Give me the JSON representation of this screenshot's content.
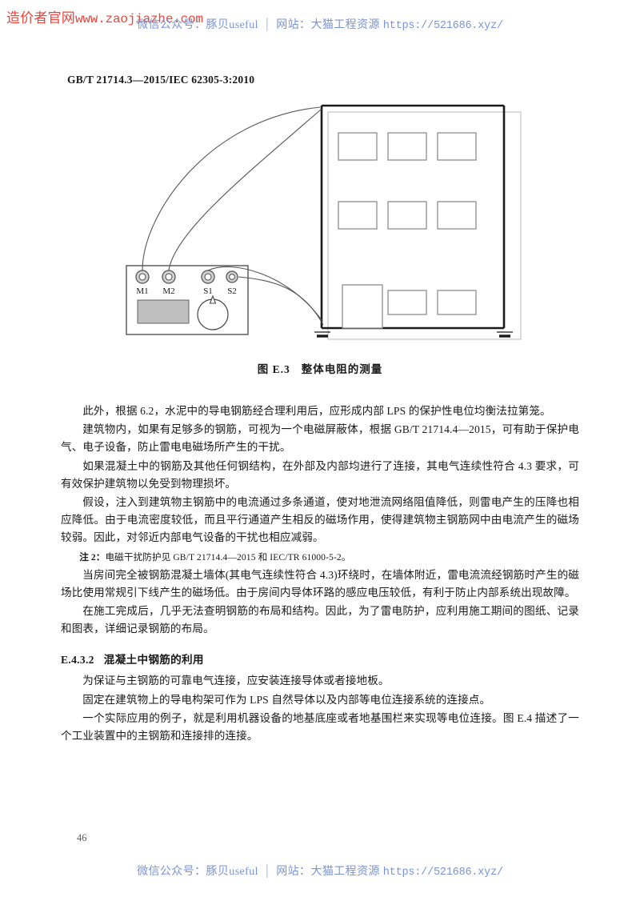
{
  "watermark": {
    "red_prefix": "造价者官网",
    "red_url": "www.zaojiazhe.com",
    "wechat_label": "微信公众号：",
    "wechat_name": "豚贝useful",
    "divider": "│",
    "site_label": "网站：",
    "site_name": "大猫工程资源",
    "site_url": "https://521686.xyz/",
    "red_color": "#e8463c",
    "blue_color": "#7a93d4"
  },
  "page": {
    "header": "GB/T 21714.3—2015/IEC 62305-3:2010",
    "number": "46"
  },
  "figure": {
    "caption_label": "图 E.3",
    "caption_title": "整体电阻的测量",
    "instrument": {
      "terminals": [
        "M1",
        "M2",
        "S1",
        "S2"
      ],
      "display_color": "#bfbfbf"
    },
    "building": {
      "window_rows": 3,
      "windows_per_row": 3,
      "has_door": true,
      "ground_electrodes": 2
    }
  },
  "body": {
    "paragraphs": [
      "此外，根据 6.2，水泥中的导电钢筋经合理利用后，应形成内部 LPS 的保护性电位均衡法拉第笼。",
      "建筑物内，如果有足够多的钢筋，可视为一个电磁屏蔽体，根据 GB/T 21714.4—2015，可有助于保护电气、电子设备，防止雷电电磁场所产生的干扰。",
      "如果混凝土中的钢筋及其他任何钢结构，在外部及内部均进行了连接，其电气连续性符合 4.3 要求，可有效保护建筑物以免受到物理损坏。",
      "假设，注入到建筑物主钢筋中的电流通过多条通道，使对地泄流网络阻值降低，则雷电产生的压降也相应降低。由于电流密度较低，而且平行通道产生相反的磁场作用，使得建筑物主钢筋网中由电流产生的磁场较弱。因此，对邻近内部电气设备的干扰也相应减弱。"
    ],
    "note": {
      "label": "注 2：",
      "text": "电磁干扰防护见 GB/T 21714.4—2015 和 IEC/TR 61000-5-2。"
    },
    "paragraphs_after_note": [
      "当房间完全被钢筋混凝土墙体(其电气连续性符合 4.3)环绕时，在墙体附近，雷电流流经钢筋时产生的磁场比使用常规引下线产生的磁场低。由于房间内导体环路的感应电压较低，有利于防止内部系统出现故障。",
      "在施工完成后，几乎无法查明钢筋的布局和结构。因此，为了雷电防护，应利用施工期间的图纸、记录和图表，详细记录钢筋的布局。"
    ],
    "section": {
      "number": "E.4.3.2",
      "title": "混凝土中钢筋的利用"
    },
    "paragraphs_after_section": [
      "为保证与主钢筋的可靠电气连接，应安装连接导体或者接地板。",
      "固定在建筑物上的导电构架可作为 LPS 自然导体以及内部等电位连接系统的连接点。",
      "一个实际应用的例子，就是利用机器设备的地基底座或者地基围栏来实现等电位连接。图 E.4 描述了一个工业装置中的主钢筋和连接排的连接。"
    ]
  }
}
